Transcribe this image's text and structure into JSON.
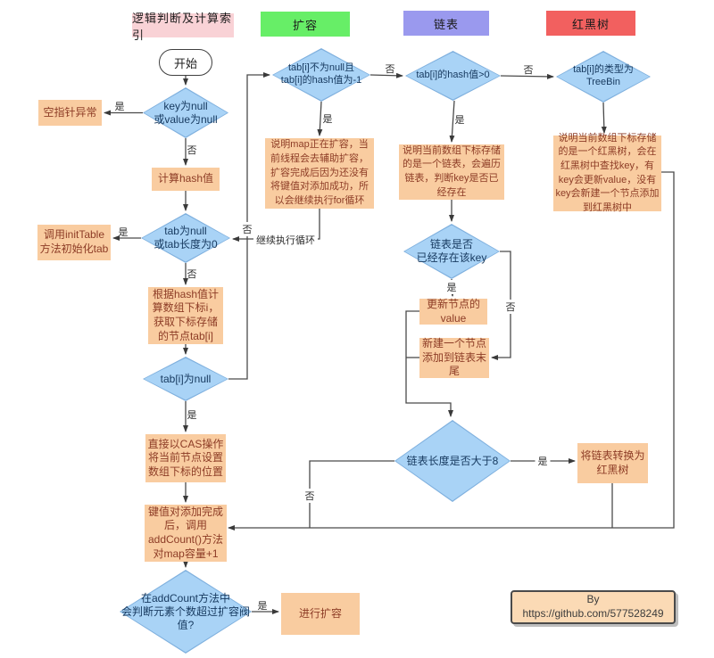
{
  "headers": {
    "logic": "逻辑判断及计算索引",
    "resize": "扩容",
    "list": "链表",
    "tree": "红黑树"
  },
  "nodes": {
    "start": "开始",
    "key_null": "key为null\n或value为null",
    "npe": "空指针异常",
    "calc_hash": "计算hash值",
    "tab_null": "tab为null\n或tab长度为0",
    "init_table": "调用initTable\n方法初始化tab",
    "calc_index": "根据hash值计\n算数组下标i，\n获取下标存储\n的节点tab[i]",
    "tabi_null": "tab[i]为null",
    "cas": "直接以CAS操作\n将当前节点设置\n数组下标的位置",
    "add_count": "键值对添加完成\n后，调用\naddCount()方法\n对map容量+1",
    "threshold": "在addCount方法中\n会判断元素个数超过扩容阀\n值?",
    "do_resize": "进行扩容",
    "resizing": "tab[i]不为null且\ntab[i]的hash值为-1",
    "help_resize": "说明map正在扩容，当\n前线程会去辅助扩容，\n扩容完成后因为还没有\n将键值对添加成功，所\n以会继续执行for循环",
    "hash_gt0": "tab[i]的hash值>0",
    "list_desc": "说明当前数组下标存储\n的是一个链表，会遍历\n链表，判断key是否已\n经存在",
    "key_exists": "链表是否\n已经存在该key",
    "update_value": "更新节点的\nvalue",
    "new_node": "新建一个节点\n添加到链表末\n尾",
    "list_gt8": "链表长度是否大于8",
    "to_rbtree": "将链表转换为\n红黑树",
    "treebin": "tab[i]的类型为\nTreeBin",
    "tree_desc": "说明当前数组下标存储\n的是一个红黑树，会在\n红黑树中查找key，有\nkey会更新value，没有\nkey会新建一个节点添加\n到红黑树中"
  },
  "labels": {
    "yes": "是",
    "no": "否",
    "continue_loop": "继续执行循环"
  },
  "credit": {
    "by": "By",
    "url": "https://github.com/577528249"
  },
  "colors": {
    "header_logic": "#f9d2d6",
    "header_resize": "#67ee67",
    "header_list": "#9a99ee",
    "header_tree": "#f2605f",
    "diamond_fill": "#a9d3f6",
    "diamond_border": "#7fb0de",
    "diamond_text": "#16395f",
    "box_fill": "#f9cca0",
    "box_text": "#8d3c26",
    "line": "#4a4a4a",
    "credit_fill": "#fbdab5",
    "credit_border": "#4a4a4a"
  }
}
